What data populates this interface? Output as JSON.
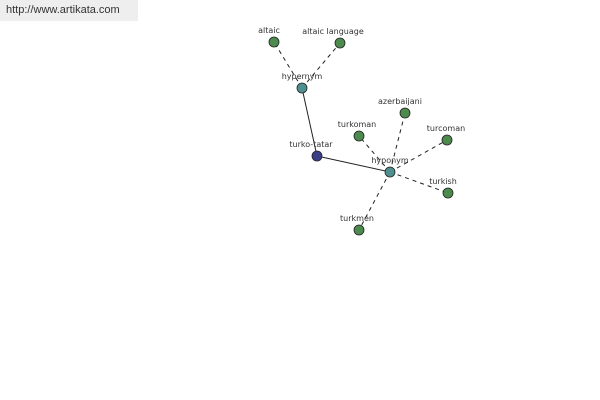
{
  "site_url": "http://www.artikata.com",
  "colors": {
    "center": "#3a3f88",
    "relation": "#4f8f8f",
    "term": "#4d8a4d",
    "stroke": "#222222"
  },
  "graph": {
    "nodes": [
      {
        "id": "turko-tatar",
        "label": "turko-tatar",
        "kind": "center"
      },
      {
        "id": "hypernym",
        "label": "hypernym",
        "kind": "relation"
      },
      {
        "id": "hyponym",
        "label": "hyponym",
        "kind": "relation"
      },
      {
        "id": "altaic",
        "label": "altaic",
        "kind": "term"
      },
      {
        "id": "altaic-language",
        "label": "altaic language",
        "kind": "term"
      },
      {
        "id": "azerbaijani",
        "label": "azerbaijani",
        "kind": "term"
      },
      {
        "id": "turkoman",
        "label": "turkoman",
        "kind": "term"
      },
      {
        "id": "turcoman",
        "label": "turcoman",
        "kind": "term"
      },
      {
        "id": "turkish",
        "label": "turkish",
        "kind": "term"
      },
      {
        "id": "turkmen",
        "label": "turkmen",
        "kind": "term"
      }
    ],
    "edges": [
      {
        "from": "turko-tatar",
        "to": "hypernym",
        "style": "solid"
      },
      {
        "from": "turko-tatar",
        "to": "hyponym",
        "style": "solid"
      },
      {
        "from": "hypernym",
        "to": "altaic",
        "style": "dashed"
      },
      {
        "from": "hypernym",
        "to": "altaic-language",
        "style": "dashed"
      },
      {
        "from": "hyponym",
        "to": "azerbaijani",
        "style": "dashed"
      },
      {
        "from": "hyponym",
        "to": "turkoman",
        "style": "dashed"
      },
      {
        "from": "hyponym",
        "to": "turcoman",
        "style": "dashed"
      },
      {
        "from": "hyponym",
        "to": "turkish",
        "style": "dashed"
      },
      {
        "from": "hyponym",
        "to": "turkmen",
        "style": "dashed"
      }
    ]
  }
}
